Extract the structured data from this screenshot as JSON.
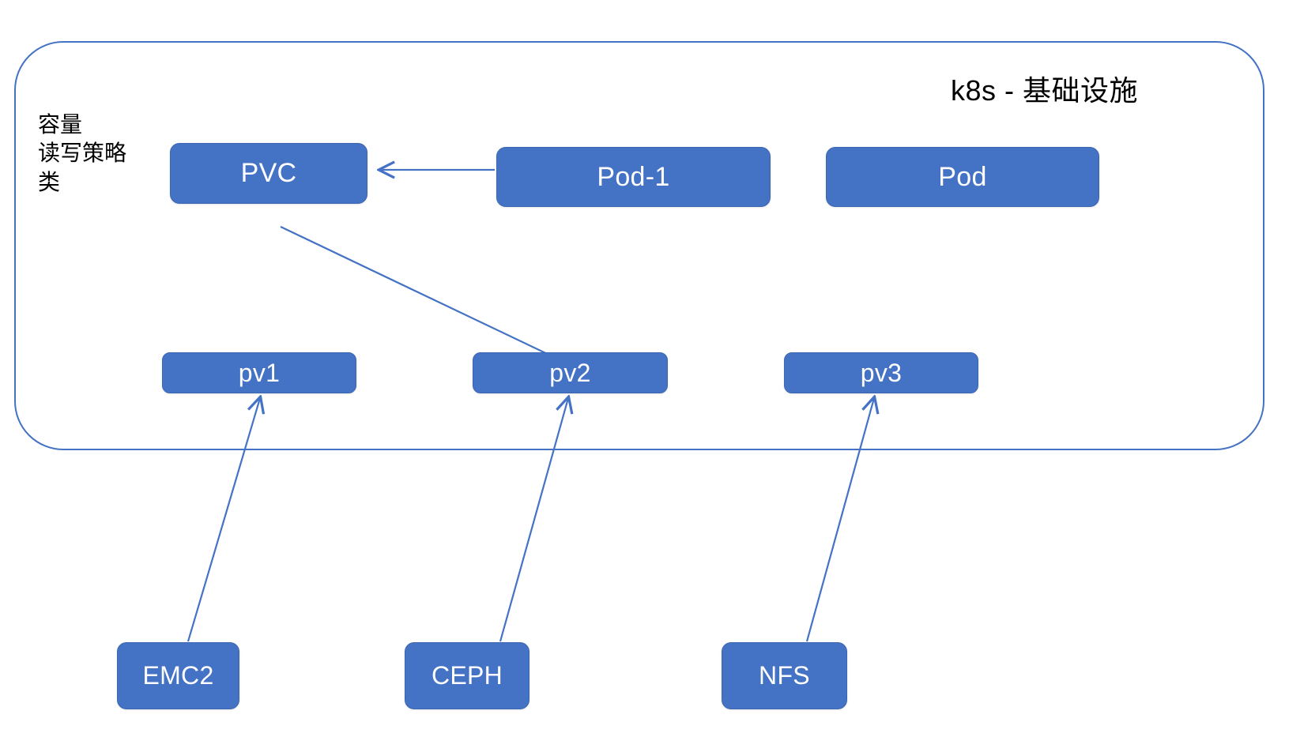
{
  "diagram": {
    "title": "k8s - 基础设施",
    "side_note_lines": [
      "容量",
      "读写策略",
      "类"
    ],
    "colors": {
      "node_fill": "#4472C4",
      "node_text": "#FFFFFF",
      "edge": "#4472C4",
      "group_border": "#4472C4",
      "title_text": "#000000",
      "background": "#FFFFFF"
    },
    "nodes": {
      "pvc": "PVC",
      "pod1": "Pod-1",
      "pod": "Pod",
      "pv1": "pv1",
      "pv2": "pv2",
      "pv3": "pv3",
      "emc2": "EMC2",
      "ceph": "CEPH",
      "nfs": "NFS"
    },
    "edges": [
      {
        "from": "pod1",
        "to": "pvc",
        "label": ""
      },
      {
        "from": "pvc",
        "to": "pv2",
        "label": ""
      },
      {
        "from": "emc2",
        "to": "pv1",
        "label": ""
      },
      {
        "from": "ceph",
        "to": "pv2",
        "label": ""
      },
      {
        "from": "nfs",
        "to": "pv3",
        "label": ""
      }
    ]
  }
}
